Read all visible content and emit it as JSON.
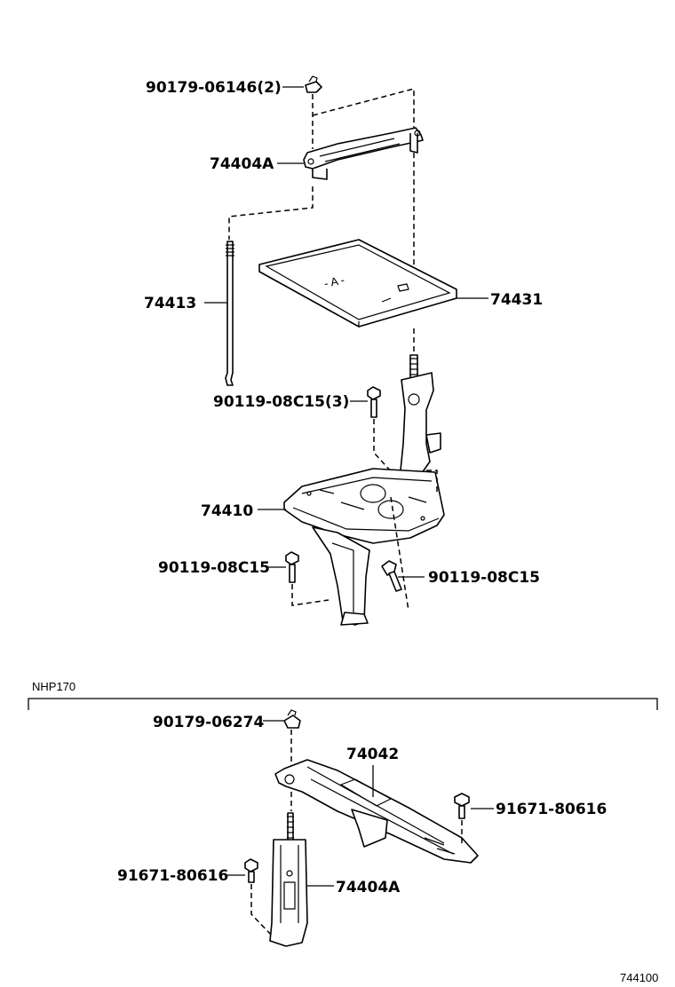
{
  "labels": {
    "p90179_06146": "90179-06146(2)",
    "p74404a_top": "74404A",
    "p74413": "74413",
    "p74431": "74431",
    "p90119_08c15_3": "90119-08C15(3)",
    "p74410": "74410",
    "p90119_08c15_left": "90119-08C15",
    "p90119_08c15_right": "90119-08C15",
    "p90179_06274": "90179-06274",
    "p74042": "74042",
    "p91671_80616_right": "91671-80616",
    "p91671_80616_left": "91671-80616",
    "p74404a_bottom": "74404A"
  },
  "section": {
    "model": "NHP170"
  },
  "figure_number": "744100"
}
